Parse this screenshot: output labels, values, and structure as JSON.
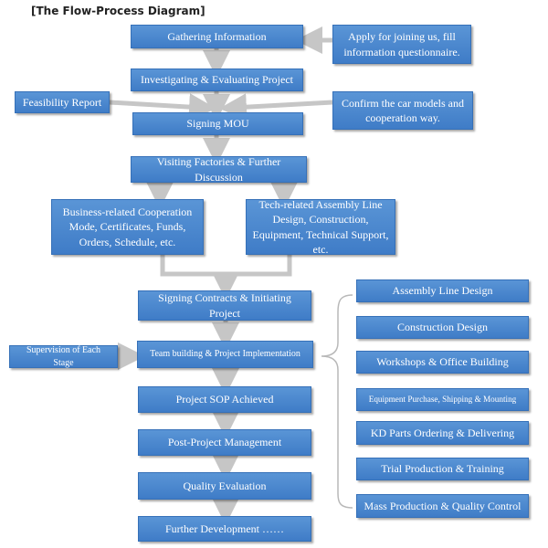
{
  "title": "[The Flow-Process Diagram]",
  "nodes": {
    "gathering": "Gathering Information",
    "apply": "Apply for joining us, fill information questionnaire.",
    "investigating": "Investigating & Evaluating Project",
    "feasibility": "Feasibility Report",
    "confirm": "Confirm the car models and cooperation way.",
    "mou": "Signing MOU",
    "visiting": "Visiting Factories & Further Discussion",
    "business": "Business-related Cooperation Mode, Certificates, Funds, Orders, Schedule, etc.",
    "tech": "Tech-related Assembly Line Design, Construction, Equipment, Technical Support, etc.",
    "contracts": "Signing Contracts & Initiating Project",
    "supervision": "Supervision of Each Stage",
    "team": "Team building & Project Implementation",
    "sop": "Project SOP Achieved",
    "post": "Post-Project Management",
    "quality": "Quality Evaluation",
    "further": "Further Development ……"
  },
  "tasks": [
    "Assembly Line Design",
    "Construction Design",
    "Workshops & Office Building",
    "Equipment Purchase, Shipping & Mounting",
    "KD Parts Ordering & Delivering",
    "Trial Production & Training",
    "Mass Production & Quality Control"
  ],
  "colors": {
    "box": "#4a86cf",
    "arrow": "#c6c6c6",
    "brace": "#b8b8b8"
  }
}
